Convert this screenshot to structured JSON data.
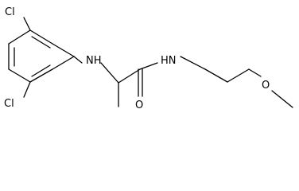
{
  "structure": {
    "atom_labels": {
      "cl_top": "Cl",
      "cl_bottom": "Cl",
      "nh_amine": "NH",
      "nh_amide": "HN",
      "oxygen_carbonyl": "O",
      "oxygen_ether": "O"
    }
  }
}
